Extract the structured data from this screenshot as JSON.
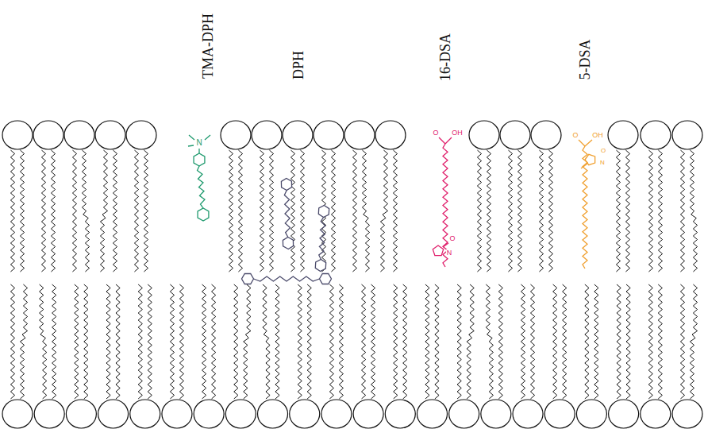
{
  "diagram": {
    "labels": [
      "TMA-DPH",
      "N",
      "DPH",
      "16-DSA",
      "O",
      "OH",
      "O",
      "N",
      "5-DSA",
      "O",
      "OH",
      "O",
      "N"
    ]
  }
}
